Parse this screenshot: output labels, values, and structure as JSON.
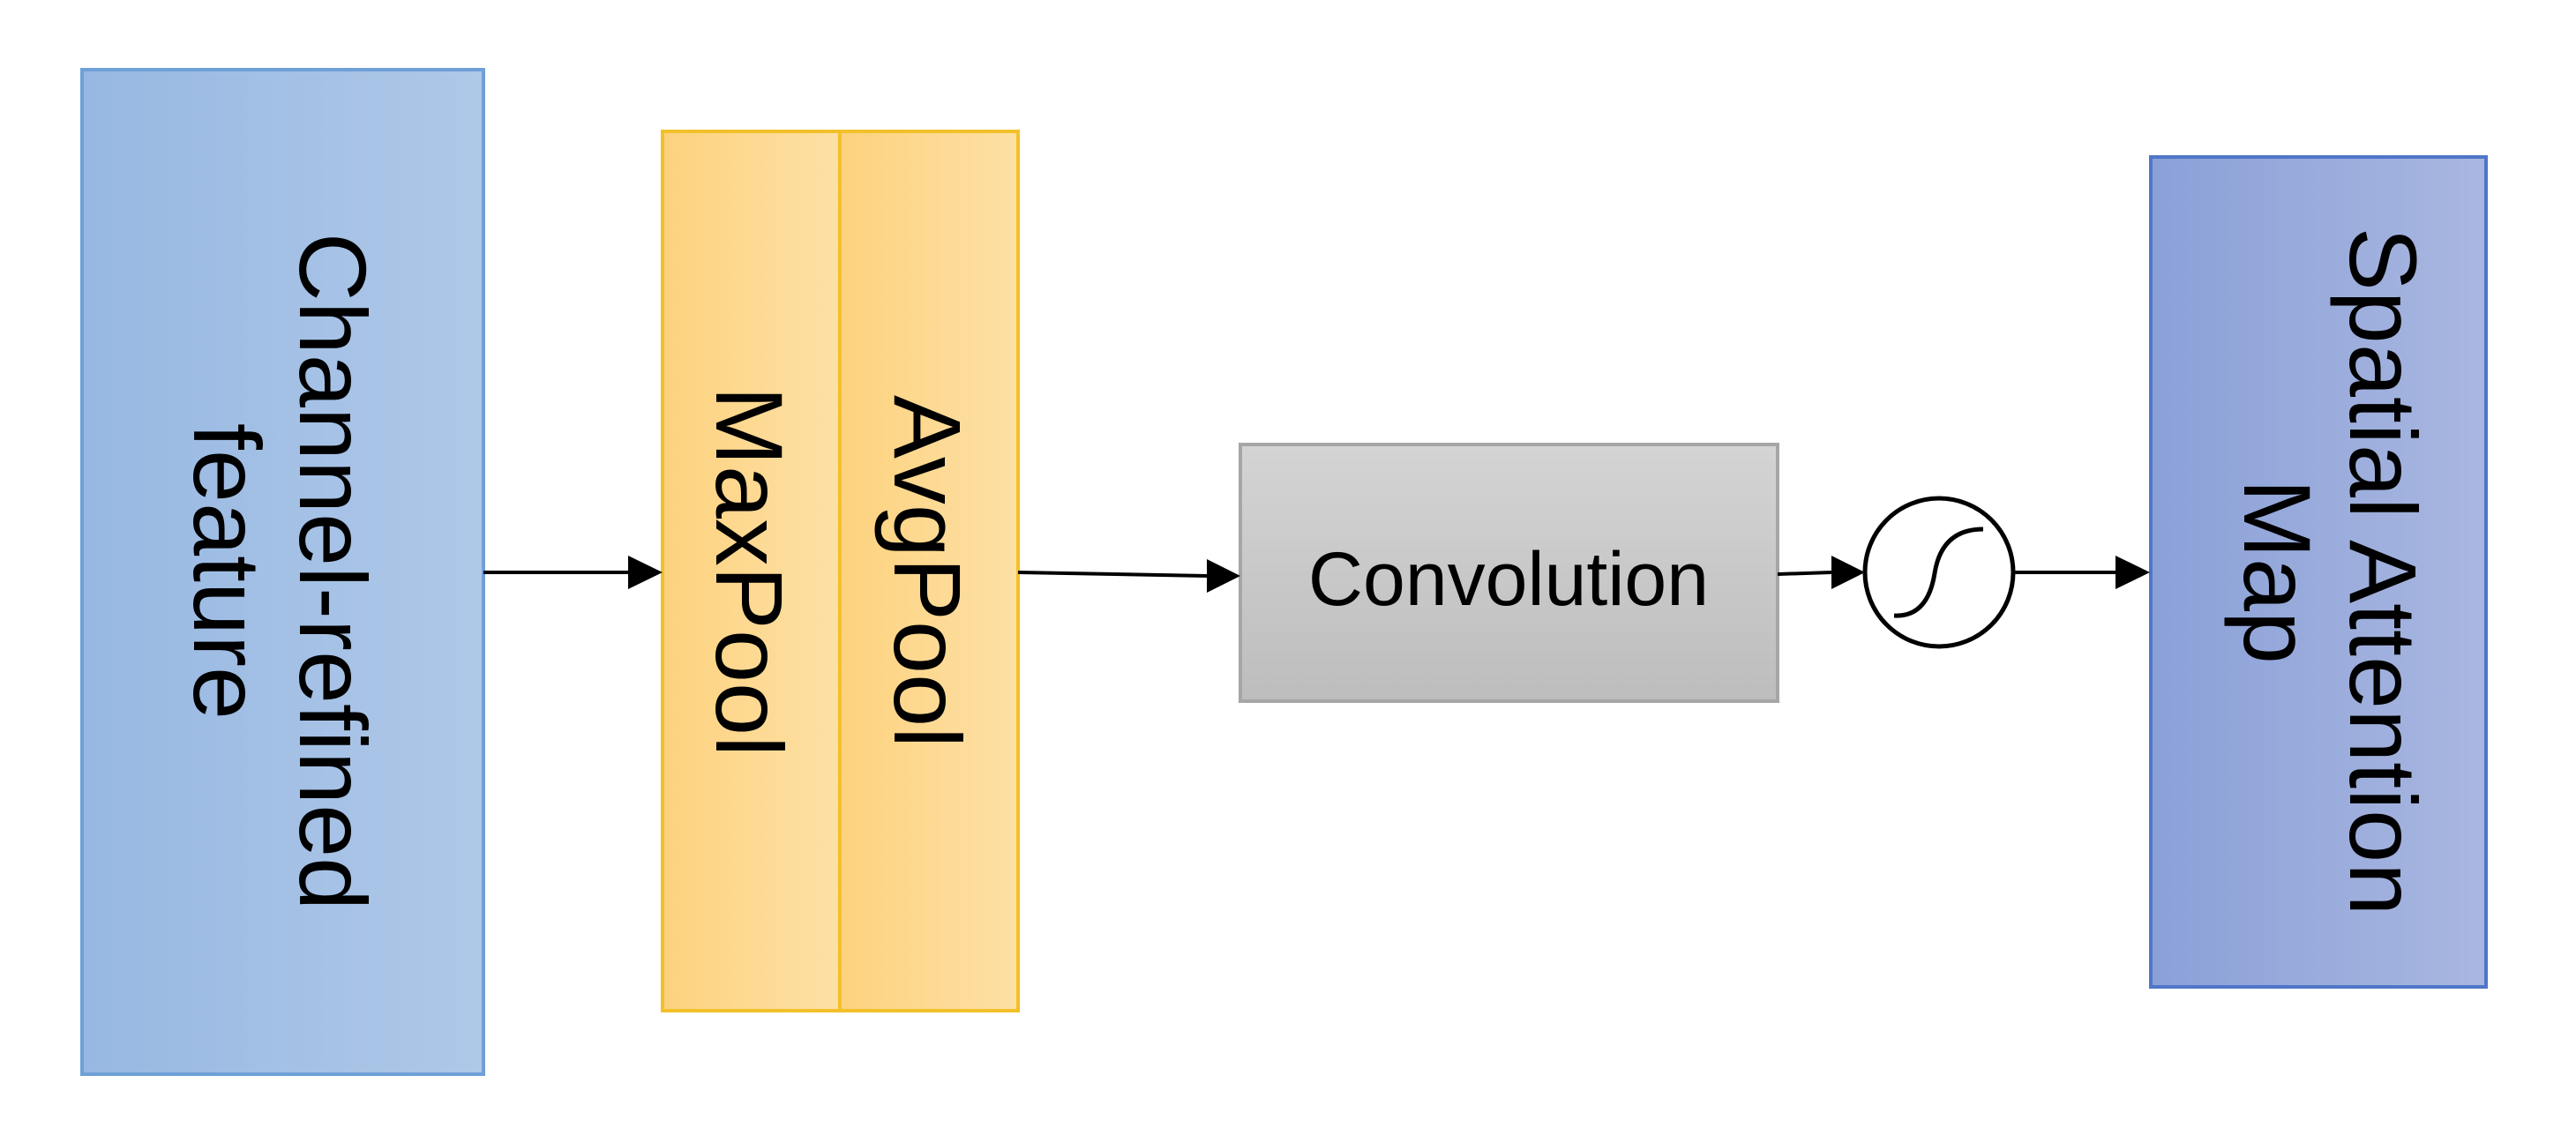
{
  "diagram": {
    "nodes": {
      "input": {
        "line1": "Channel-refined",
        "line2": "feature"
      },
      "maxpool": {
        "label": "MaxPool"
      },
      "avgpool": {
        "label": "AvgPool"
      },
      "conv": {
        "label": "Convolution"
      },
      "output": {
        "line1": "Spatial Attention",
        "line2": "Map"
      }
    },
    "edges": [
      {
        "from": "input",
        "to": "maxpool"
      },
      {
        "from": "avgpool",
        "to": "conv"
      },
      {
        "from": "conv",
        "to": "sigmoid"
      },
      {
        "from": "sigmoid",
        "to": "output"
      }
    ],
    "colors": {
      "input_fill_start": "#97b8e2",
      "input_fill_end": "#afc8e8",
      "input_stroke": "#6fa0d8",
      "pool_fill_start": "#fdd27e",
      "pool_fill_end": "#fde0a6",
      "pool_stroke": "#f2c12a",
      "conv_fill_start": "#d4d4d4",
      "conv_fill_end": "#bdbdbd",
      "conv_stroke": "#a6a6a6",
      "output_fill_start": "#8aa0d8",
      "output_fill_end": "#a9b7e0",
      "output_stroke": "#4f76c8",
      "arrow": "#000000"
    },
    "icons": {
      "sigmoid": "sigmoid-icon"
    }
  }
}
